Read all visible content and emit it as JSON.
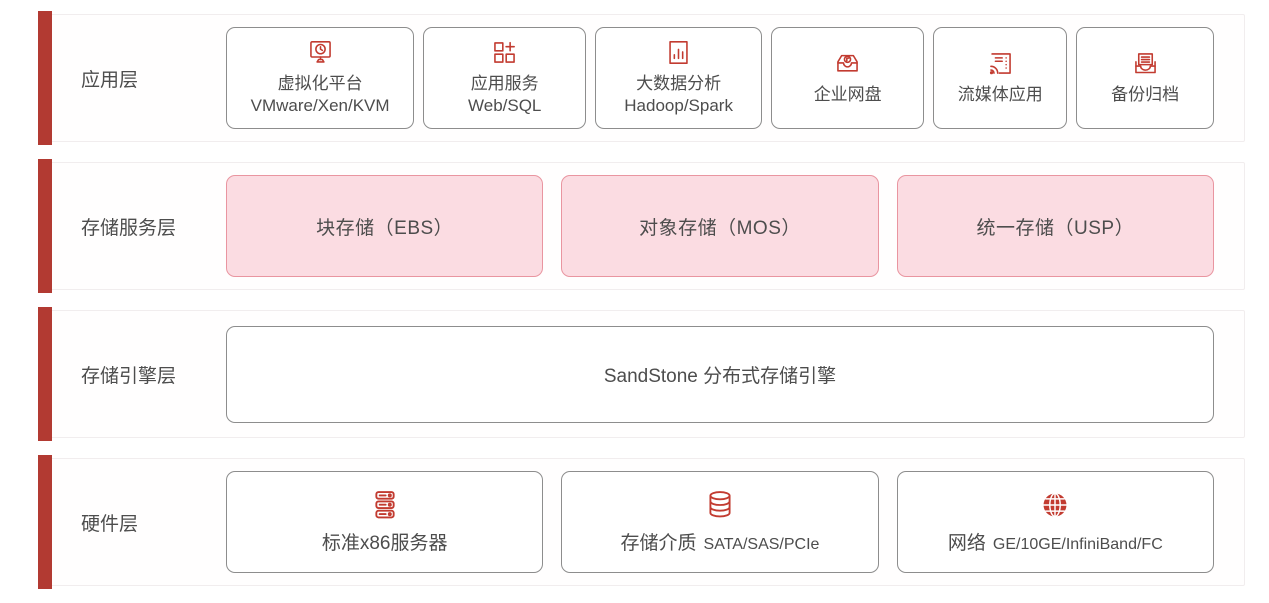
{
  "colors": {
    "accent_red_bar": "#b23a32",
    "icon_red": "#c23b30",
    "pink_fill": "#fbdce2",
    "pink_border": "#e995a0",
    "node_border": "#8d8d8d",
    "band_border": "#f1edee",
    "text": "#4d4d4d"
  },
  "layers": [
    {
      "label": "应用层",
      "boxes": [
        {
          "icon": "monitor-clock-icon",
          "lines": [
            "虚拟化平台",
            "VMware/Xen/KVM"
          ]
        },
        {
          "icon": "app-modules-plus-icon",
          "lines": [
            "应用服务",
            "Web/SQL"
          ]
        },
        {
          "icon": "bar-chart-icon",
          "lines": [
            "大数据分析",
            "Hadoop/Spark"
          ]
        },
        {
          "icon": "secure-inbox-icon",
          "lines": [
            "企业网盘"
          ]
        },
        {
          "icon": "stream-cast-icon",
          "lines": [
            "流媒体应用"
          ]
        },
        {
          "icon": "archive-tray-icon",
          "lines": [
            "备份归档"
          ]
        }
      ]
    },
    {
      "label": "存储服务层",
      "boxes": [
        {
          "label": "块存储（EBS）"
        },
        {
          "label": "对象存储（MOS）"
        },
        {
          "label": "统一存储（USP）"
        }
      ]
    },
    {
      "label": "存储引擎层",
      "boxes": [
        {
          "label": "SandStone 分布式存储引擎"
        }
      ]
    },
    {
      "label": "硬件层",
      "boxes": [
        {
          "icon": "server-stack-icon",
          "title": "标准x86服务器"
        },
        {
          "icon": "storage-disks-icon",
          "title": "存储介质",
          "subtitle": "SATA/SAS/PCIe"
        },
        {
          "icon": "network-globe-icon",
          "title": "网络",
          "subtitle": "GE/10GE/InfiniBand/FC"
        }
      ]
    }
  ]
}
